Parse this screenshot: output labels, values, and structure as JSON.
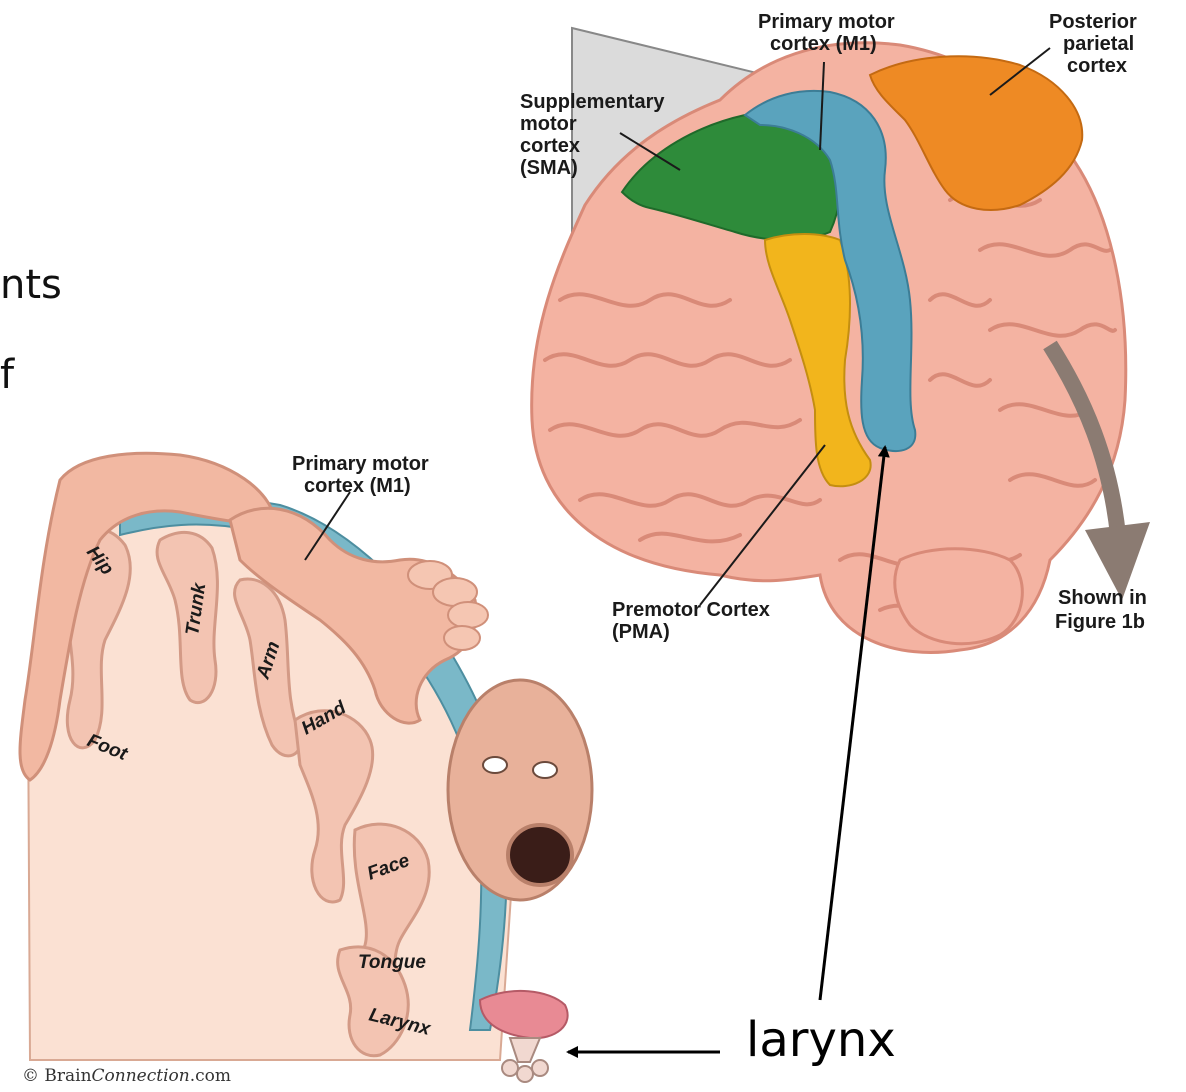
{
  "slide_fragments": {
    "line1": "nts",
    "line2": "f"
  },
  "brain": {
    "labels": {
      "m1_line1": "Primary motor",
      "m1_line2": "cortex (M1)",
      "ppc_line1": "Posterior",
      "ppc_line2": "parietal",
      "ppc_line3": "cortex",
      "sma_line1": "Supplementary",
      "sma_line2": "motor",
      "sma_line3": "cortex",
      "sma_line4": "(SMA)",
      "pma_line1": "Premotor Cortex",
      "pma_line2": "(PMA)",
      "shown_line1": "Shown in",
      "shown_line2": "Figure 1b"
    },
    "colors": {
      "brain": "#f4b3a2",
      "m1": "#5aa3bd",
      "sma": "#2e8b3a",
      "pma": "#f2b51c",
      "ppc": "#ee8a24",
      "plane": "#9a9a9a"
    }
  },
  "homunculus": {
    "labels": {
      "m1_line1": "Primary motor",
      "m1_line2": "cortex (M1)",
      "hip": "Hip",
      "trunk": "Trunk",
      "arm": "Arm",
      "hand": "Hand",
      "foot": "Foot",
      "face": "Face",
      "tongue": "Tongue",
      "larynx": "Larynx"
    },
    "copyright_prefix": "© Brain",
    "copyright_italic": "Connection",
    "copyright_suffix": ".com"
  },
  "annotation": {
    "label": "larynx"
  }
}
